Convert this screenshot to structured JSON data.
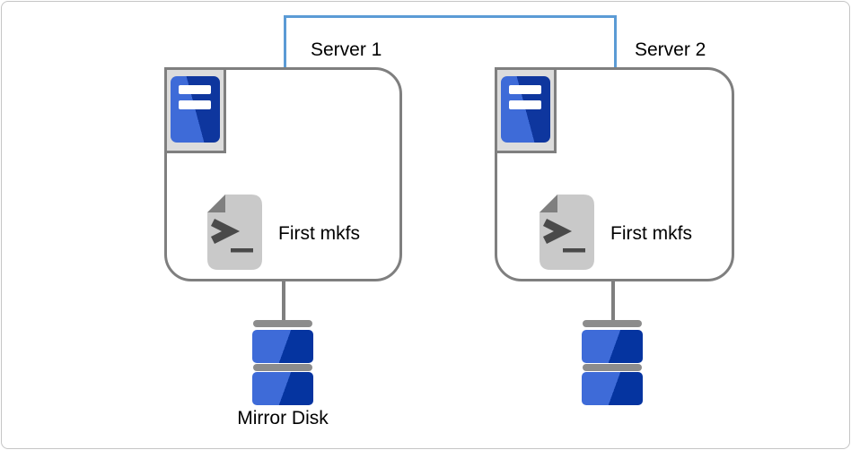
{
  "diagram": {
    "description": "Two clustered servers each running a first mkfs script on a mirrored disk",
    "interconnect": {
      "type": "cluster-link",
      "color": "#5b9bd5"
    },
    "nodes": {
      "server1": {
        "label": "Server 1",
        "script_label": "First mkfs"
      },
      "server2": {
        "label": "Server 2",
        "script_label": "First mkfs"
      },
      "disk1": {
        "label": "Mirror Disk"
      }
    },
    "colors": {
      "frame_border": "#c5c5c5",
      "box_border_gray": "#7f7f7f",
      "server_icon_blue_light": "#3e6bd8",
      "server_icon_blue_dark": "#0e369e",
      "disk_blue_light": "#3e6bd8",
      "disk_blue_dark": "#0534a0",
      "disk_platter_gray": "#8c8c8c",
      "script_doc_gray": "#c9c9c9",
      "script_fold_gray": "#7f7f7f",
      "script_glyph_gray": "#4a4a4a"
    }
  }
}
